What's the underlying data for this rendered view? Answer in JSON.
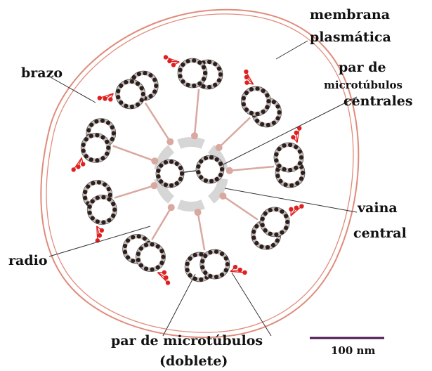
{
  "labels": {
    "membrane_line1": "membrana",
    "membrane_line2": "plasmática",
    "arm": "brazo",
    "central_pair_line1": "par de",
    "central_pair_line2": "microtúbulos",
    "central_pair_line3": "centrales",
    "central_sheath_line1": "vaina",
    "central_sheath_line2": "central",
    "spoke": "radio",
    "doublet_line1": "par de microtúbulos",
    "doublet_line2": "(doblete)",
    "scale": "100 nm"
  },
  "colors": {
    "membrane": "#e08c7c",
    "dynein_arm": "#e02020",
    "tubulin_dot": "#2b1f1f",
    "doublet_fill": "#c9bdb8",
    "sheath": "#d6d6d6",
    "spoke": "#d9a89e",
    "scale_bar": "#4a1550"
  },
  "structure": {
    "outer_doublet_count": 9,
    "central_singlet_count": 2
  }
}
